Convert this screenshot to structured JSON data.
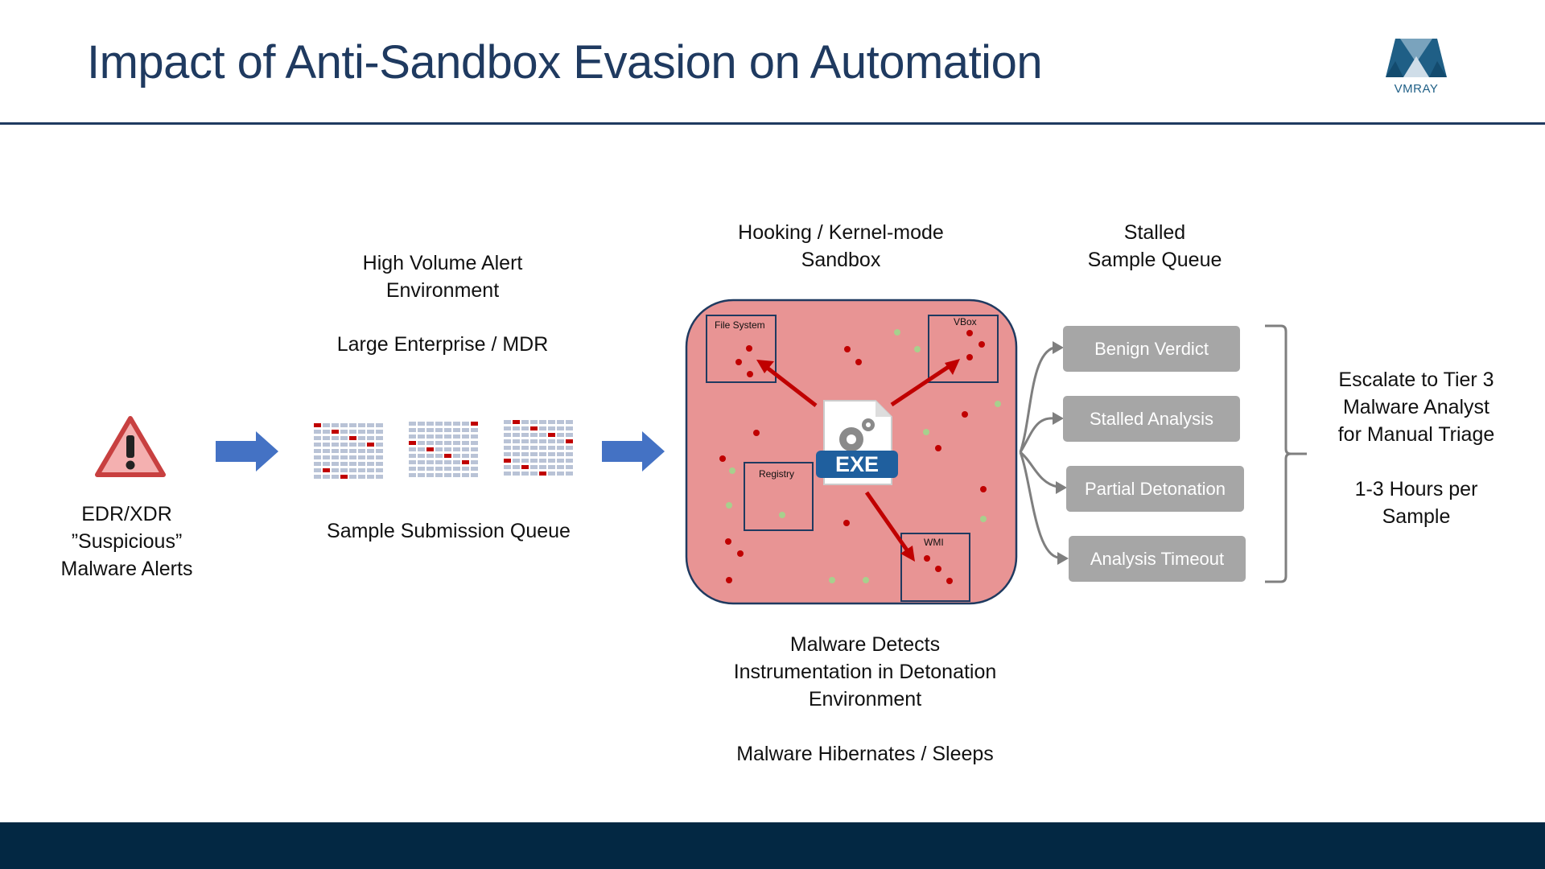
{
  "slide": {
    "title": "Impact of Anti-Sandbox Evasion on Automation",
    "logo_text": "VMRAY"
  },
  "alerts": {
    "line1": "EDR/XDR",
    "line2": "”Suspicious”",
    "line3": "Malware Alerts",
    "icon": "warning-triangle-icon"
  },
  "queue": {
    "heading_line1": "High Volume Alert",
    "heading_line2": "Environment",
    "subheading": "Large Enterprise / MDR",
    "caption": "Sample Submission Queue"
  },
  "sandbox": {
    "heading_line1": "Hooking / Kernel-mode",
    "heading_line2": "Sandbox",
    "file_label": "EXE",
    "boxes": [
      "File System",
      "VBox",
      "Registry",
      "WMI"
    ],
    "caption_line1": "Malware Detects",
    "caption_line2": "Instrumentation in Detonation",
    "caption_line3": "Environment",
    "caption_line4": "Malware Hibernates / Sleeps"
  },
  "stalled": {
    "heading_line1": "Stalled",
    "heading_line2": "Sample Queue",
    "outcomes": [
      "Benign Verdict",
      "Stalled Analysis",
      "Partial Detonation",
      "Analysis Timeout"
    ]
  },
  "escalate": {
    "line1": "Escalate to Tier 3",
    "line2": "Malware Analyst",
    "line3": "for Manual Triage",
    "line4": "1-3 Hours per",
    "line5": "Sample"
  },
  "colors": {
    "title": "#1f3a60",
    "footer": "#032843",
    "arrow_blue": "#4472c4",
    "sandbox_fill": "#e89494",
    "button_gray": "#a6a6a6",
    "red_arrow": "#c00000"
  }
}
